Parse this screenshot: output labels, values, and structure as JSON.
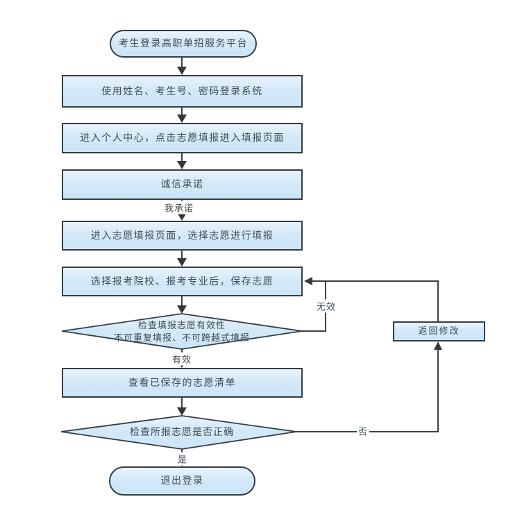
{
  "flowchart": {
    "nodes": {
      "start": {
        "label": "考生登录高职单招服务平台"
      },
      "login": {
        "label": "使用姓名、考生号、密码登录系统"
      },
      "center": {
        "label": "进入个人中心，点击志愿填报进入填报页面"
      },
      "promise": {
        "label": "诚信承诺"
      },
      "fillpage": {
        "label": "进入志愿填报页面，选择志愿进行填报"
      },
      "save": {
        "label": "选择报考院校、报考专业后，保存志愿"
      },
      "check_valid": {
        "label": "检查填报志愿有效性",
        "label2": "不可重复填报、不可跨越式填报"
      },
      "viewlist": {
        "label": "查看已保存的志愿清单"
      },
      "check_correct": {
        "label": "检查所报志愿是否正确"
      },
      "logout": {
        "label": "退出登录"
      },
      "modify": {
        "label": "返回修改"
      }
    },
    "edge_labels": {
      "promise": "我承诺",
      "valid": "有效",
      "invalid": "无效",
      "yes": "是",
      "no": "否"
    },
    "colors": {
      "node_fill": "#cde6f7",
      "node_fill_light": "#e9f3fc",
      "node_border": "#343d45",
      "connector": "#3b4045",
      "text": "#3e4b56",
      "background": "#ffffff"
    }
  }
}
